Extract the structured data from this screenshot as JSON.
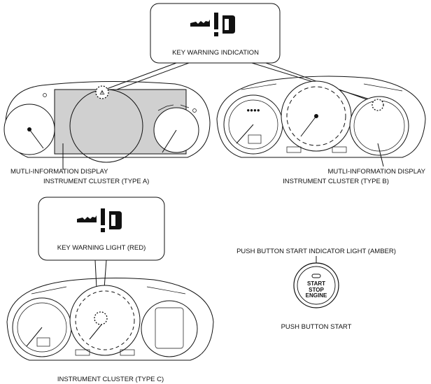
{
  "callouts": {
    "top_box": "KEY WARNING INDICATION",
    "bottom_box": "KEY WARNING LIGHT (RED)"
  },
  "labels": {
    "type_a_display": "MUTLI-INFORMATION DISPLAY",
    "type_a": "INSTRUMENT CLUSTER (TYPE A)",
    "type_b_display": "MUTLI-INFORMATION DISPLAY",
    "type_b": "INSTRUMENT CLUSTER (TYPE B)",
    "type_c": "INSTRUMENT CLUSTER (TYPE C)",
    "push_indicator": "PUSH BUTTON START INDICATOR LIGHT (AMBER)",
    "push_button": "PUSH BUTTON START"
  },
  "button_text": {
    "line1": "START",
    "line2": "STOP",
    "line3": "ENGINE"
  },
  "icons": {
    "key_warning": "key-warning-icon"
  },
  "colors": {
    "display_fill": "#d0d0d0",
    "line": "#111111"
  }
}
